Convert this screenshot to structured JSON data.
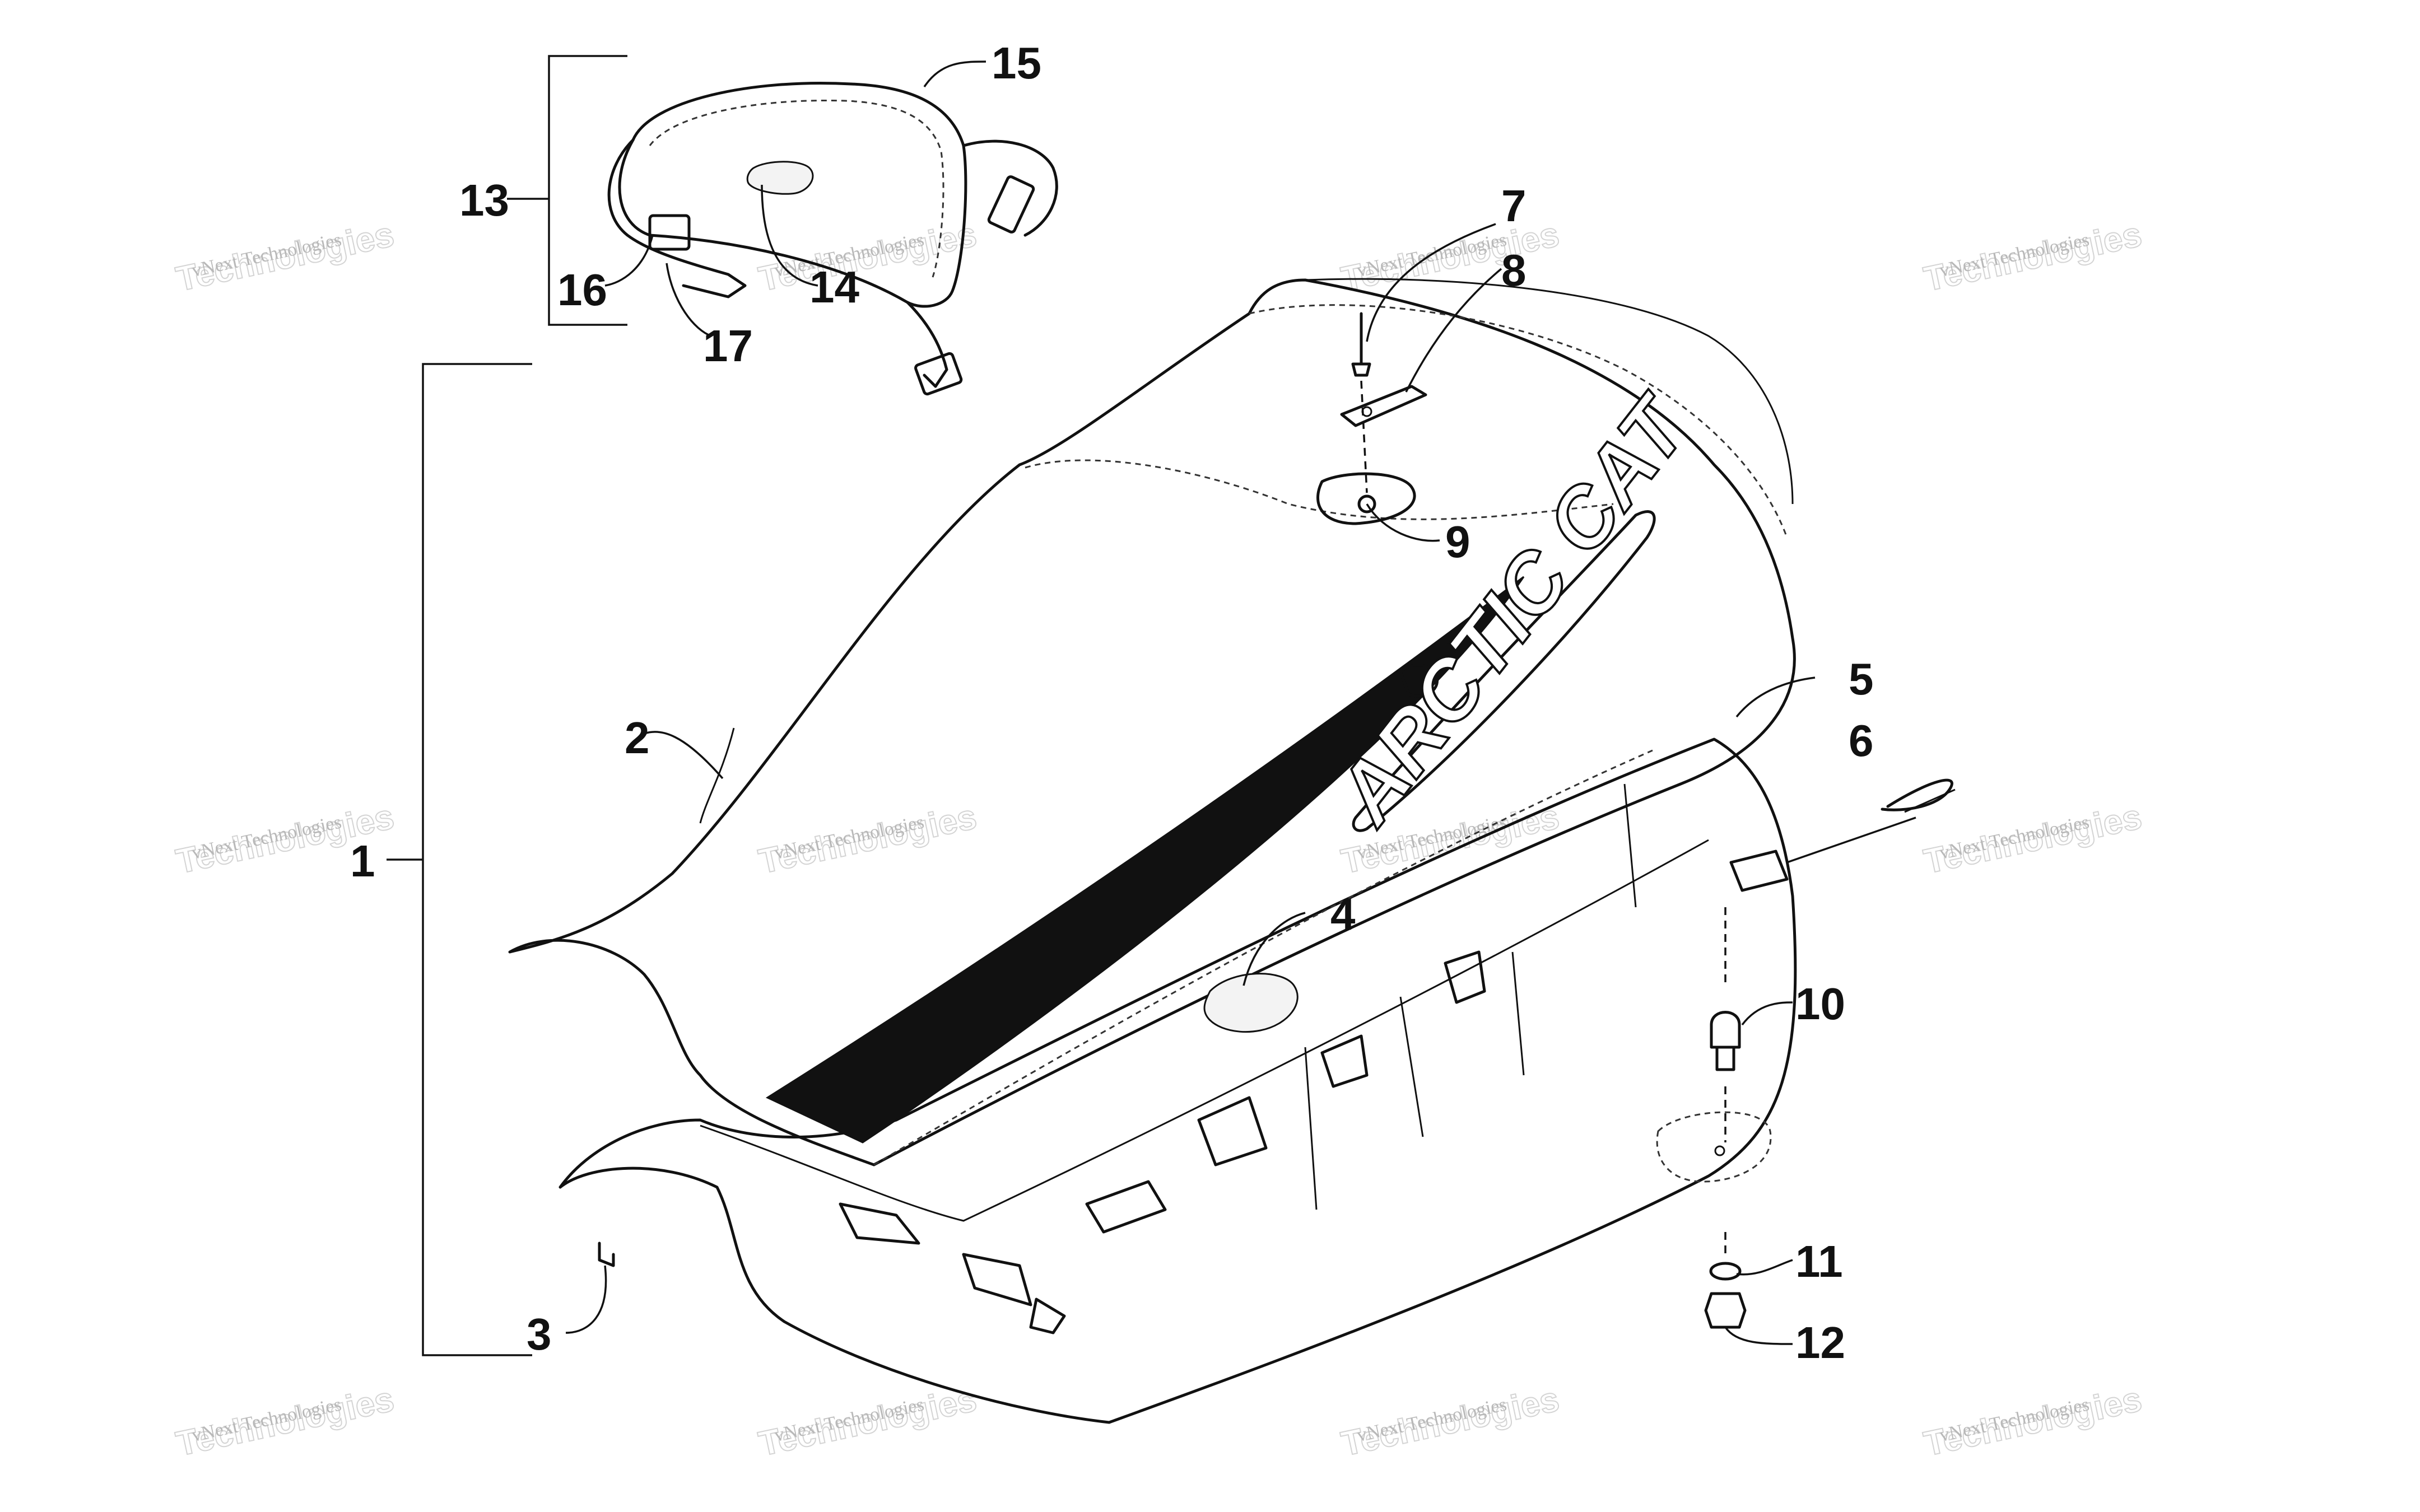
{
  "diagram": {
    "part_labels": [
      {
        "id": "1",
        "text": "1"
      },
      {
        "id": "2",
        "text": "2"
      },
      {
        "id": "3",
        "text": "3"
      },
      {
        "id": "4",
        "text": "4"
      },
      {
        "id": "5",
        "text": "5"
      },
      {
        "id": "6",
        "text": "6"
      },
      {
        "id": "7",
        "text": "7"
      },
      {
        "id": "8",
        "text": "8"
      },
      {
        "id": "9",
        "text": "9"
      },
      {
        "id": "10",
        "text": "10"
      },
      {
        "id": "11",
        "text": "11"
      },
      {
        "id": "12",
        "text": "12"
      },
      {
        "id": "13",
        "text": "13"
      },
      {
        "id": "14",
        "text": "14"
      },
      {
        "id": "15",
        "text": "15"
      },
      {
        "id": "16",
        "text": "16"
      },
      {
        "id": "17",
        "text": "17"
      }
    ],
    "seat_logo_text": "ARCTIC CAT",
    "watermark": {
      "line1": "vNext Technologies",
      "line2": "Technologies"
    }
  }
}
